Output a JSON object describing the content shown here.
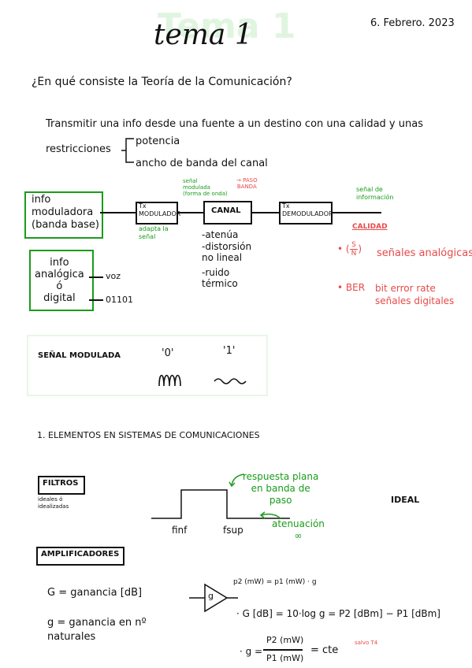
{
  "header": {
    "date": "6. Febrero. 2023",
    "title": "tema 1",
    "title_shadow": "Tema 1"
  },
  "question": "¿En qué consiste la Teoría de la Comunicación?",
  "answer": {
    "line1": "Transmitir una info desde una fuente a un destino con una calidad y unas",
    "restricciones": "restricciones",
    "potencia": "potencia",
    "ancho": "ancho de banda del canal"
  },
  "diagram": {
    "info_mod": "info\nmoduladora\n(banda base)",
    "info_type": "info\nanalógica\nó\ndigital",
    "voz": "voz",
    "bits": "01101",
    "tx_mod": "Tx\nMODULADOR",
    "adapta": "adapta la\nseñal",
    "senal_mod": "señal\nmodulada\n(forma de onda)",
    "paso_banda": "→ PASO\nBANDA",
    "canal": "CANAL",
    "tx_demod": "Tx\nDEMODULADOR",
    "senal_info": "señal de\ninformación",
    "canal_effects": [
      "-atenúa",
      "-distorsión\nno lineal",
      "-ruido\ntérmico"
    ]
  },
  "quality": {
    "title": "CALIDAD",
    "sn_top": "S",
    "sn_bottom": "N",
    "analog": "señales analógicas",
    "ber": "• BER",
    "ber_desc": "bit error rate\nseñales digitales"
  },
  "modulated": {
    "label": "SEÑAL MODULADA",
    "zero": "'0'",
    "one": "'1'"
  },
  "section1": "1. ELEMENTOS EN SISTEMAS DE COMUNICACIONES",
  "filters": {
    "title": "FILTROS",
    "sub": "ideales ó\nidealizadas",
    "respuesta": "respuesta plana\nen banda de\npaso",
    "ideal": "IDEAL",
    "atenuacion": "atenuación\n∞",
    "finf": "finf",
    "fsup": "fsup"
  },
  "amplifiers": {
    "title": "AMPLIFICADORES",
    "G_def": "G = ganancia [dB]",
    "g_def": "g = ganancia en nº\nnaturales",
    "gain_symbol": "g",
    "p2": "p2 (mW) = p1 (mW) · g",
    "GdB": "· G [dB] = 10·log g = P2 [dBm] − P1 [dBm]",
    "g_frac_num": "P2 (mW)",
    "g_frac_den": "P1 (mW)",
    "g_prefix": "· g =",
    "cte": "= cte",
    "salvo": "salvo T4"
  }
}
